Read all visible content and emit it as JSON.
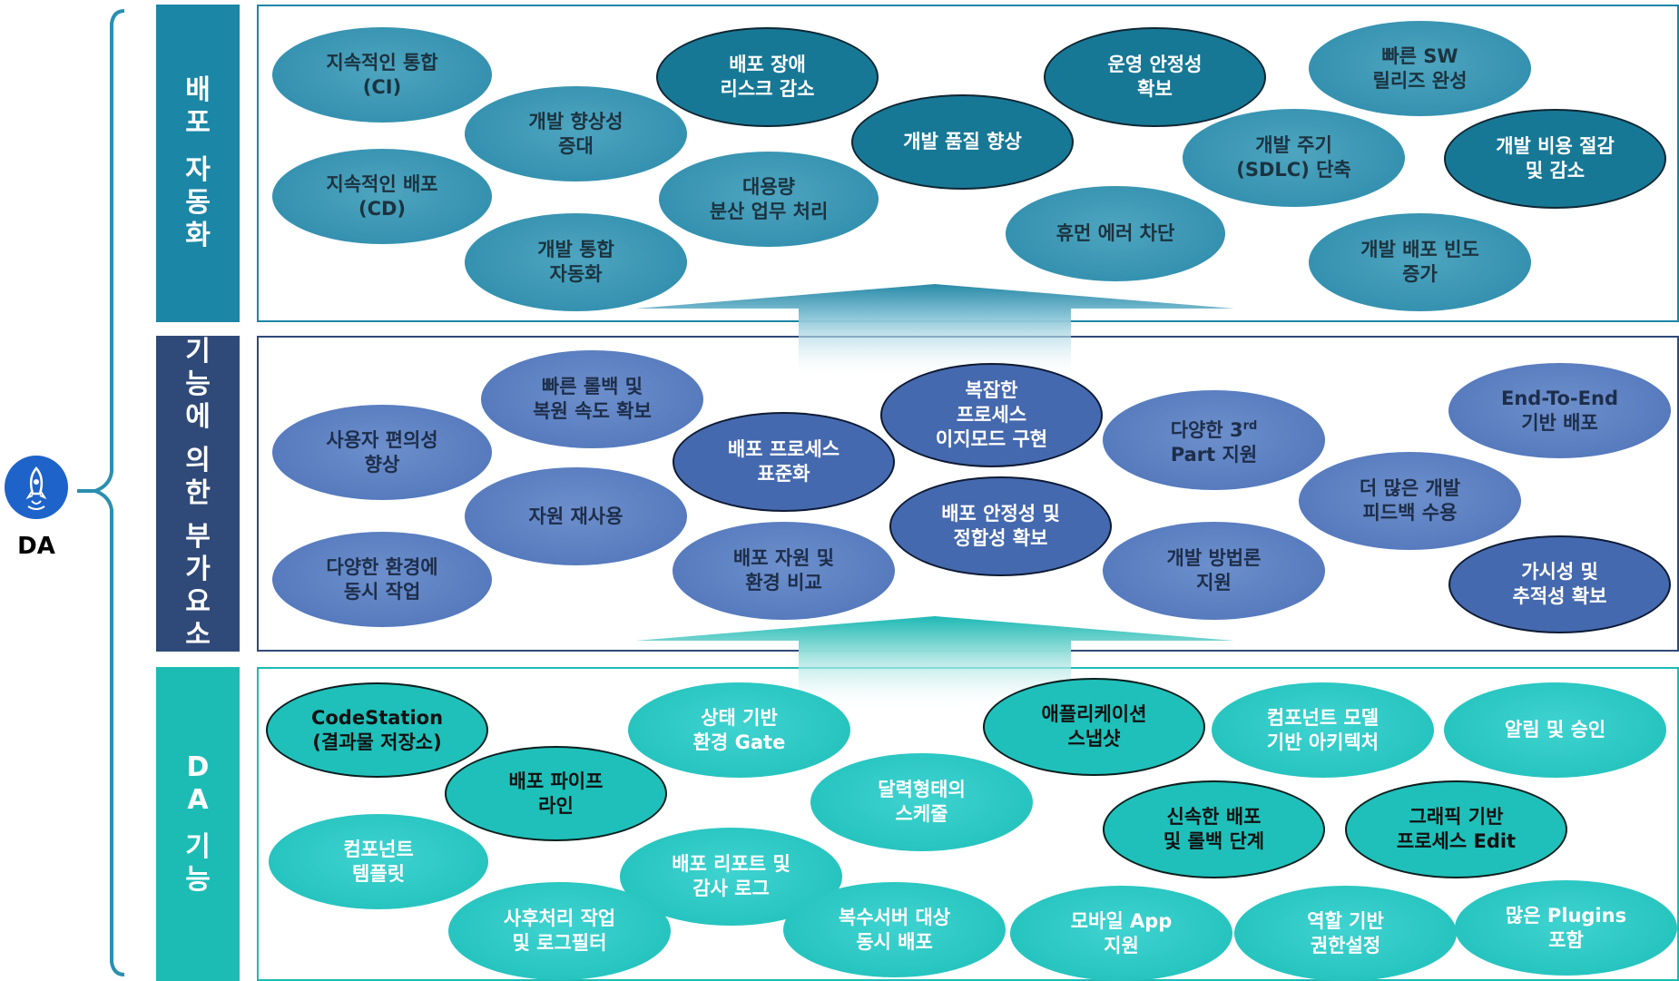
{
  "root": {
    "label": "DA"
  },
  "layers": [
    {
      "id": "deploy",
      "title_chars": [
        "배",
        "포",
        "",
        "자",
        "동",
        "화"
      ],
      "color": "#1b86a6"
    },
    {
      "id": "func",
      "title_chars": [
        "기",
        "능",
        "에",
        "",
        "의",
        "한",
        "",
        "부",
        "가",
        "요",
        "소"
      ],
      "color": "#2f4a78"
    },
    {
      "id": "da",
      "title_chars": [
        "D",
        "A",
        "",
        "기",
        "능"
      ],
      "color": "#1cbcb5"
    }
  ],
  "deploy_nodes": [
    {
      "text": "지속적인 통합\n(CI)"
    },
    {
      "text": "배포 장애\n리스크 감소"
    },
    {
      "text": "운영 안정성\n확보"
    },
    {
      "text": "빠른 SW\n릴리즈 완성"
    },
    {
      "text": "개발 향상성\n증대"
    },
    {
      "text": "개발 품질 향상"
    },
    {
      "text": "개발 주기\n(SDLC) 단축"
    },
    {
      "text": "개발 비용 절감\n및 감소"
    },
    {
      "text": "지속적인 배포\n(CD)"
    },
    {
      "text": "대용량\n분산 업무 처리"
    },
    {
      "text": "휴먼 에러 차단"
    },
    {
      "text": "개발 통합\n자동화"
    },
    {
      "text": "개발 배포 빈도\n증가"
    }
  ],
  "func_nodes": [
    {
      "text": "빠른 롤백 및\n복원 속도 확보"
    },
    {
      "text": "복잡한\n프로세스\n이지모드 구현"
    },
    {
      "text": "End-To-End\n기반 배포"
    },
    {
      "text": "사용자 편의성\n향상"
    },
    {
      "text": "배포 프로세스\n표준화"
    },
    {
      "text": "다양한 3",
      "sup": "rd",
      "text2": "\nPart 지원"
    },
    {
      "text": "더 많은 개발\n피드백 수용"
    },
    {
      "text": "자원 재사용"
    },
    {
      "text": "배포 안정성 및\n정합성 확보"
    },
    {
      "text": "다양한 환경에\n동시 작업"
    },
    {
      "text": "배포 자원 및\n환경 비교"
    },
    {
      "text": "개발 방법론\n지원"
    },
    {
      "text": "가시성 및\n추적성 확보"
    }
  ],
  "da_nodes": [
    {
      "text": "CodeStation\n(결과물 저장소)"
    },
    {
      "text": "상태 기반\n환경 Gate"
    },
    {
      "text": "애플리케이션\n스냅샷"
    },
    {
      "text": "컴포넌트 모델\n기반 아키텍처"
    },
    {
      "text": "알림 및 승인"
    },
    {
      "text": "배포 파이프\n라인"
    },
    {
      "text": "달력형태의\n스케줄"
    },
    {
      "text": "신속한 배포\n및 롤백 단계"
    },
    {
      "text": "그래픽 기반\n프로세스 Edit"
    },
    {
      "text": "컴포넌트\n템플릿"
    },
    {
      "text": "배포 리포트 및\n감사 로그"
    },
    {
      "text": "사후처리 작업\n및 로그필터"
    },
    {
      "text": "복수서버 대상\n동시 배포"
    },
    {
      "text": "모바일 App\n지원"
    },
    {
      "text": "역할 기반\n권한설정"
    },
    {
      "text": "많은 Plugins\n포함"
    }
  ]
}
